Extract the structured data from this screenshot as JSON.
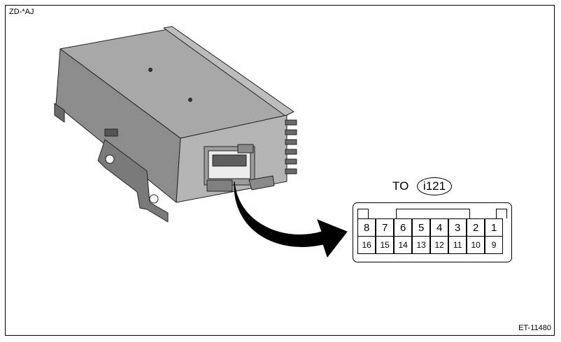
{
  "diagram": {
    "code_top": "ZD-*AJ",
    "code_bottom": "ET-11480",
    "to_label": "TO",
    "connector_id": "i121",
    "pins_top": [
      "8",
      "7",
      "6",
      "5",
      "4",
      "3",
      "2",
      "1"
    ],
    "pins_bottom": [
      "16",
      "15",
      "14",
      "13",
      "12",
      "11",
      "10",
      "9"
    ]
  },
  "colors": {
    "body_light": "#a8a8a8",
    "body_mid": "#8c8c8c",
    "body_dark": "#5e5e5e",
    "outline": "#000000"
  }
}
